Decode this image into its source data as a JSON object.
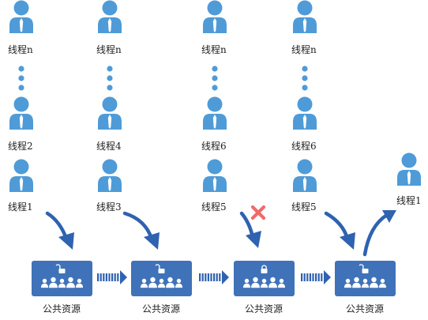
{
  "colors": {
    "person": "#4f9bd8",
    "tie": "#ffffff",
    "box": "#3f72b8",
    "arrow": "#2f62b0",
    "cross": "#f06a6a",
    "dot": "#4f9bd8"
  },
  "icons": {
    "person": "person-icon",
    "resource": "shared-resource-icon",
    "lock_open": "lock-open-icon",
    "lock_closed": "lock-closed-icon",
    "blocked": "cross-icon"
  },
  "columns": [
    {
      "top_label": "线程n",
      "mid_label": "线程2",
      "bottom_label": "线程1",
      "resource_label": "公共资源",
      "resource_lock": "open"
    },
    {
      "top_label": "线程n",
      "mid_label": "线程4",
      "bottom_label": "线程3",
      "resource_label": "公共资源",
      "resource_lock": "open"
    },
    {
      "top_label": "线程n",
      "mid_label": "线程6",
      "bottom_label": "线程5",
      "resource_label": "公共资源",
      "resource_lock": "closed"
    },
    {
      "top_label": "线程n",
      "mid_label": "线程6",
      "bottom_label": "线程5",
      "resource_label": "公共资源",
      "resource_lock": "open"
    }
  ],
  "released_thread_label": "线程1"
}
